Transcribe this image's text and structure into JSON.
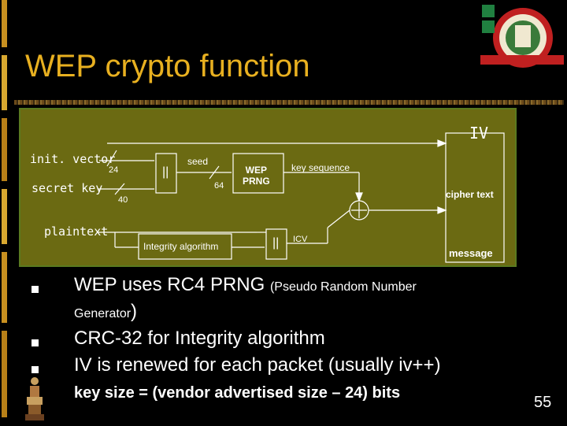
{
  "slide": {
    "title": "WEP crypto function",
    "page_number": "55"
  },
  "diagram": {
    "labels": {
      "iv": "IV",
      "init_vector": "init. vector",
      "secret_key": "secret key",
      "plaintext": "plaintext",
      "n24": "24",
      "n40": "40",
      "n64": "64",
      "concat1": "||",
      "concat2": "||",
      "seed": "seed",
      "wep_prng": "WEP\nPRNG",
      "key_sequence": "key sequence",
      "integrity_algorithm": "Integrity algorithm",
      "icv": "ICV",
      "xor": "+",
      "cipher_text": "cipher text",
      "message": "message"
    }
  },
  "bullets": [
    {
      "main": "WEP uses RC4 PRNG",
      "small": "(Pseudo Random Number",
      "cont": "Generator",
      "close": ")"
    },
    {
      "main": "CRC-32 for Integrity algorithm"
    },
    {
      "main": "IV is renewed for each packet (usually  iv++)"
    },
    {
      "main": "key size = (vendor advertised size – 24) bits"
    }
  ],
  "colors": {
    "background": "#000000",
    "title": "#E8B020",
    "diagram_bg": "#6b6a12",
    "text": "#ffffff"
  },
  "icons": {
    "bullet": "square-bullet-icon",
    "logo": "university-seal-logo",
    "figure": "statue-figure-icon"
  }
}
